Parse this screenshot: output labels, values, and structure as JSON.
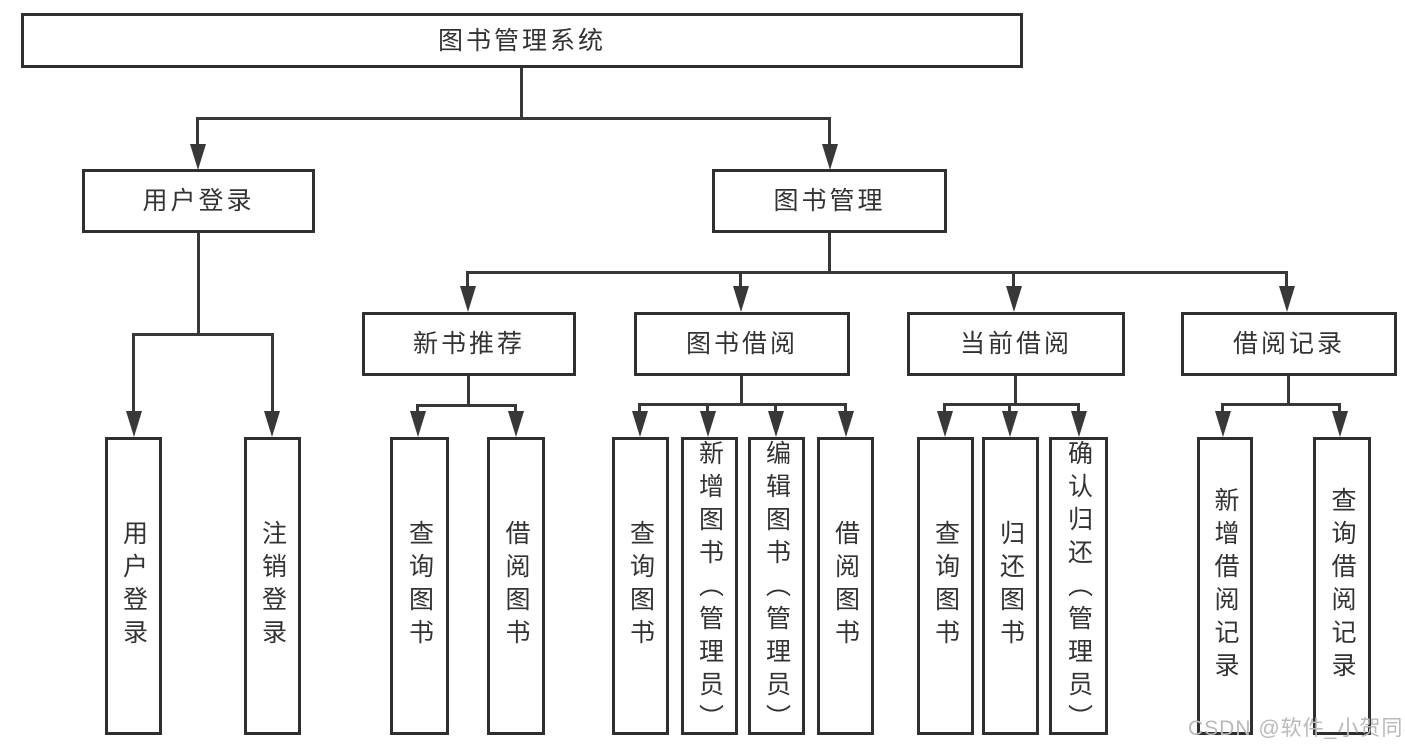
{
  "diagram": {
    "type": "hierarchy-tree",
    "title": "图书管理系统",
    "colors": {
      "line": "#383838",
      "border": "#2f2f2f",
      "text": "#333333",
      "background": "#ffffff",
      "watermark": "#b9b9b9"
    },
    "nodes": {
      "root": "图书管理系统",
      "login": "用户登录",
      "mgmt": "图书管理",
      "newbook": "新书推荐",
      "borrow": "图书借阅",
      "current": "当前借阅",
      "record": "借阅记录"
    },
    "leaves": [
      "用户登录",
      "注销登录",
      "查询图书",
      "借阅图书",
      "查询图书",
      "新增图书（管理员）",
      "编辑图书（管理员）",
      "借阅图书",
      "查询图书",
      "归还图书",
      "确认归还（管理员）",
      "新增借阅记录",
      "查询借阅记录"
    ],
    "hierarchy": {
      "图书管理系统": {
        "用户登录": [
          "用户登录",
          "注销登录"
        ],
        "图书管理": {
          "新书推荐": [
            "查询图书",
            "借阅图书"
          ],
          "图书借阅": [
            "查询图书",
            "新增图书（管理员）",
            "编辑图书（管理员）",
            "借阅图书"
          ],
          "当前借阅": [
            "查询图书",
            "归还图书",
            "确认归还（管理员）"
          ],
          "借阅记录": [
            "新增借阅记录",
            "查询借阅记录"
          ]
        }
      }
    },
    "watermark": "CSDN @软件_小贺同学"
  }
}
